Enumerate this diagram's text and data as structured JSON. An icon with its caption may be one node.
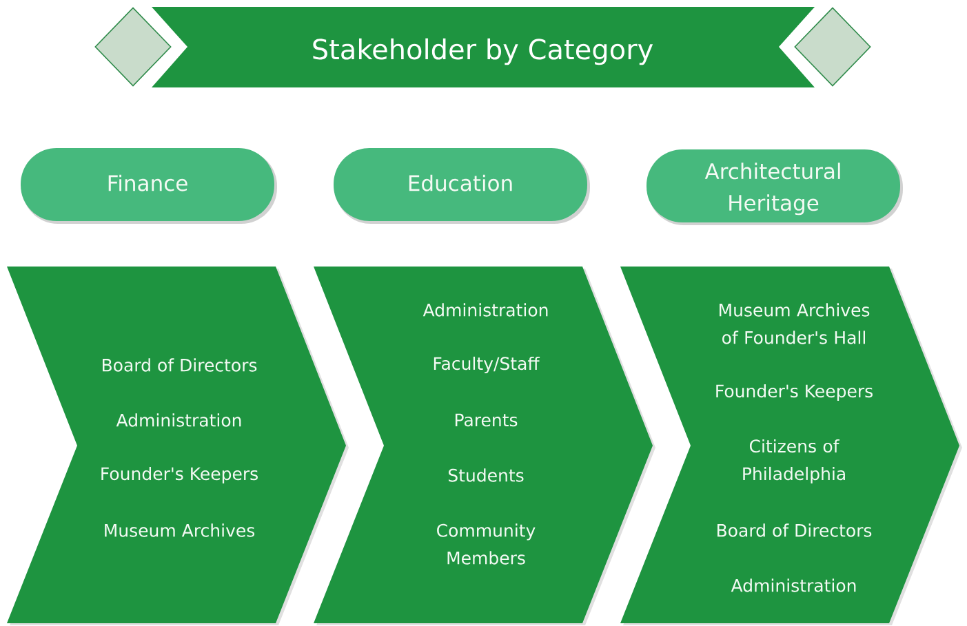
{
  "diagram": {
    "nodes": [
      {
        "text": [],
        "shape": "diamond"
      },
      {
        "text": [
          "Stakeholder by Category"
        ]
      },
      {
        "text": [],
        "shape": "diamond"
      },
      {
        "text": [
          "Finance"
        ]
      },
      {
        "text": [
          "Education"
        ]
      },
      {
        "text": [
          "Architectural Heritage"
        ]
      },
      {
        "text": [
          "Board of Directors",
          "Administration",
          "Founder's Keepers",
          "Museum Archives"
        ]
      },
      {
        "text": [
          "Administration",
          "Faculty/Staff",
          "Parents",
          "Students",
          "Community Members"
        ]
      },
      {
        "text": [
          "Museum Archives of Founder's Hall",
          "Founder's Keepers",
          "Citizens of Philadelphia",
          "Board of Directors",
          "Administration"
        ]
      }
    ]
  }
}
